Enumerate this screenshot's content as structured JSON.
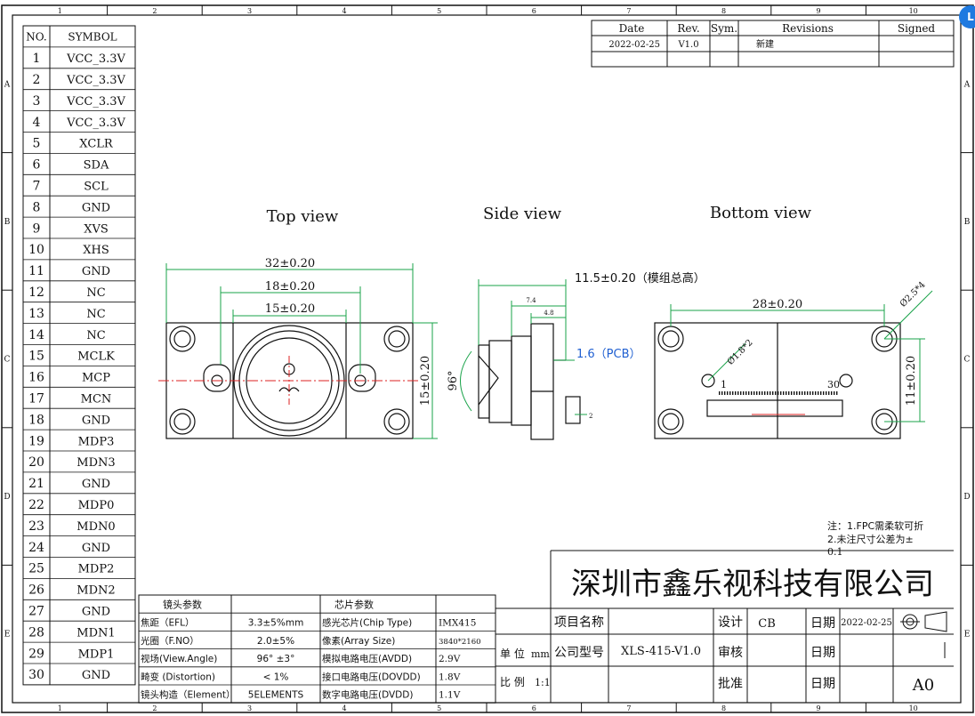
{
  "frame": {
    "columns": [
      "1",
      "2",
      "3",
      "4",
      "5",
      "6",
      "7",
      "8",
      "9",
      "10"
    ],
    "rows": [
      "A",
      "B",
      "C",
      "D",
      "E"
    ]
  },
  "pins": {
    "headers": [
      "NO.",
      "SYMBOL"
    ],
    "rows": [
      [
        "1",
        "VCC_3.3V"
      ],
      [
        "2",
        "VCC_3.3V"
      ],
      [
        "3",
        "VCC_3.3V"
      ],
      [
        "4",
        "VCC_3.3V"
      ],
      [
        "5",
        "XCLR"
      ],
      [
        "6",
        "SDA"
      ],
      [
        "7",
        "SCL"
      ],
      [
        "8",
        "GND"
      ],
      [
        "9",
        "XVS"
      ],
      [
        "10",
        "XHS"
      ],
      [
        "11",
        "GND"
      ],
      [
        "12",
        "NC"
      ],
      [
        "13",
        "NC"
      ],
      [
        "14",
        "NC"
      ],
      [
        "15",
        "MCLK"
      ],
      [
        "16",
        "MCP"
      ],
      [
        "17",
        "MCN"
      ],
      [
        "18",
        "GND"
      ],
      [
        "19",
        "MDP3"
      ],
      [
        "20",
        "MDN3"
      ],
      [
        "21",
        "GND"
      ],
      [
        "22",
        "MDP0"
      ],
      [
        "23",
        "MDN0"
      ],
      [
        "24",
        "GND"
      ],
      [
        "25",
        "MDP2"
      ],
      [
        "26",
        "MDN2"
      ],
      [
        "27",
        "GND"
      ],
      [
        "28",
        "MDN1"
      ],
      [
        "29",
        "MDP1"
      ],
      [
        "30",
        "GND"
      ]
    ]
  },
  "revisions": {
    "headers": [
      "Date",
      "Rev.",
      "Sym.",
      "Revisions",
      "Signed"
    ],
    "row": [
      "2022-02-25",
      "V1.0",
      "",
      "新建",
      ""
    ]
  },
  "views": {
    "top": {
      "title": "Top view",
      "dims": [
        "32±0.20",
        "18±0.20",
        "15±0.20",
        "15±0.20"
      ]
    },
    "side": {
      "title": "Side view",
      "dims": [
        "11.5±0.20（模组总高）",
        "7.4",
        "4.8",
        "1.6（PCB）",
        "96°",
        "2"
      ]
    },
    "bottom": {
      "title": "Bottom view",
      "dims": [
        "28±0.20",
        "11±0.20",
        "Ø1.8*2",
        "Ø2.5*4"
      ],
      "pin_labels": [
        "1",
        "30"
      ]
    }
  },
  "notes": [
    "注：1.FPC需柔软可折",
    "2.未注尺寸公差为±",
    "0.1"
  ],
  "lens_params": {
    "title": "镜头参数",
    "rows": [
      [
        "焦距（EFL）",
        "3.3±5%mm"
      ],
      [
        "光圈（F.NO）",
        "2.0±5%"
      ],
      [
        "视场(View.Angle)",
        "96° ±3°"
      ],
      [
        "畸变 (Distortion)",
        "< 1%"
      ],
      [
        "镜头构造（Element）",
        "5ELEMENTS"
      ]
    ]
  },
  "chip_params": {
    "title": "芯片参数",
    "rows": [
      [
        "感光芯片(Chip Type)",
        "IMX415"
      ],
      [
        "像素(Array Size)",
        "3840*2160"
      ],
      [
        "模拟电路电压(AVDD)",
        "2.9V"
      ],
      [
        "接口电路电压(DOVDD)",
        "1.8V"
      ],
      [
        "数字电路电压(DVDD)",
        "1.1V"
      ]
    ]
  },
  "title_block": {
    "company": "深圳市鑫乐视科技有限公司",
    "project_label": "项目名称",
    "project_value": "",
    "model_label": "公司型号",
    "model_value": "XLS-415-V1.0",
    "unit_label": "单 位",
    "unit_value": "mm",
    "scale_label": "比 例",
    "scale_value": "1:1",
    "design_label": "设计",
    "design_value": "CB",
    "review_label": "审核",
    "approve_label": "批准",
    "date_label": "日期",
    "date_value": "2022-02-25",
    "size_value": "A0"
  },
  "badge": "L"
}
